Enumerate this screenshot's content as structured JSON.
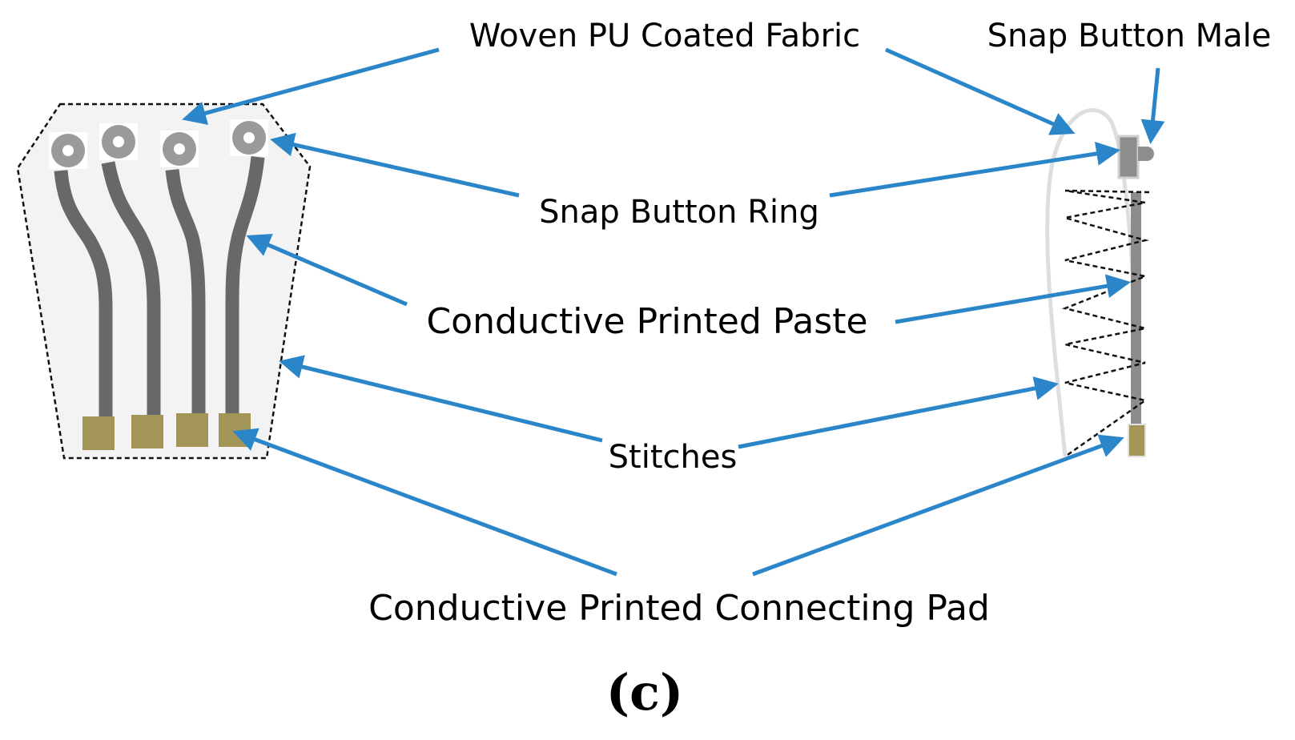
{
  "labels": {
    "woven_pu_coated_fabric": "Woven PU Coated Fabric",
    "snap_button_male": "Snap Button Male",
    "snap_button_ring": "Snap Button Ring",
    "conductive_printed_paste": "Conductive Printed Paste",
    "stitches": "Stitches",
    "conductive_printed_connecting_pad": "Conductive Printed Connecting Pad"
  },
  "caption": "(c)",
  "colors": {
    "arrow": "#2a86c8",
    "fabric_fill": "#f3f3f3",
    "fabric_outline": "#111111",
    "trace": "#686868",
    "snap_ring_outer": "#9a9a9a",
    "snap_ring_center": "#ffffff",
    "pad": "#a39458",
    "side_outline": "#dedede",
    "snap_male": "#8e8e8e"
  }
}
